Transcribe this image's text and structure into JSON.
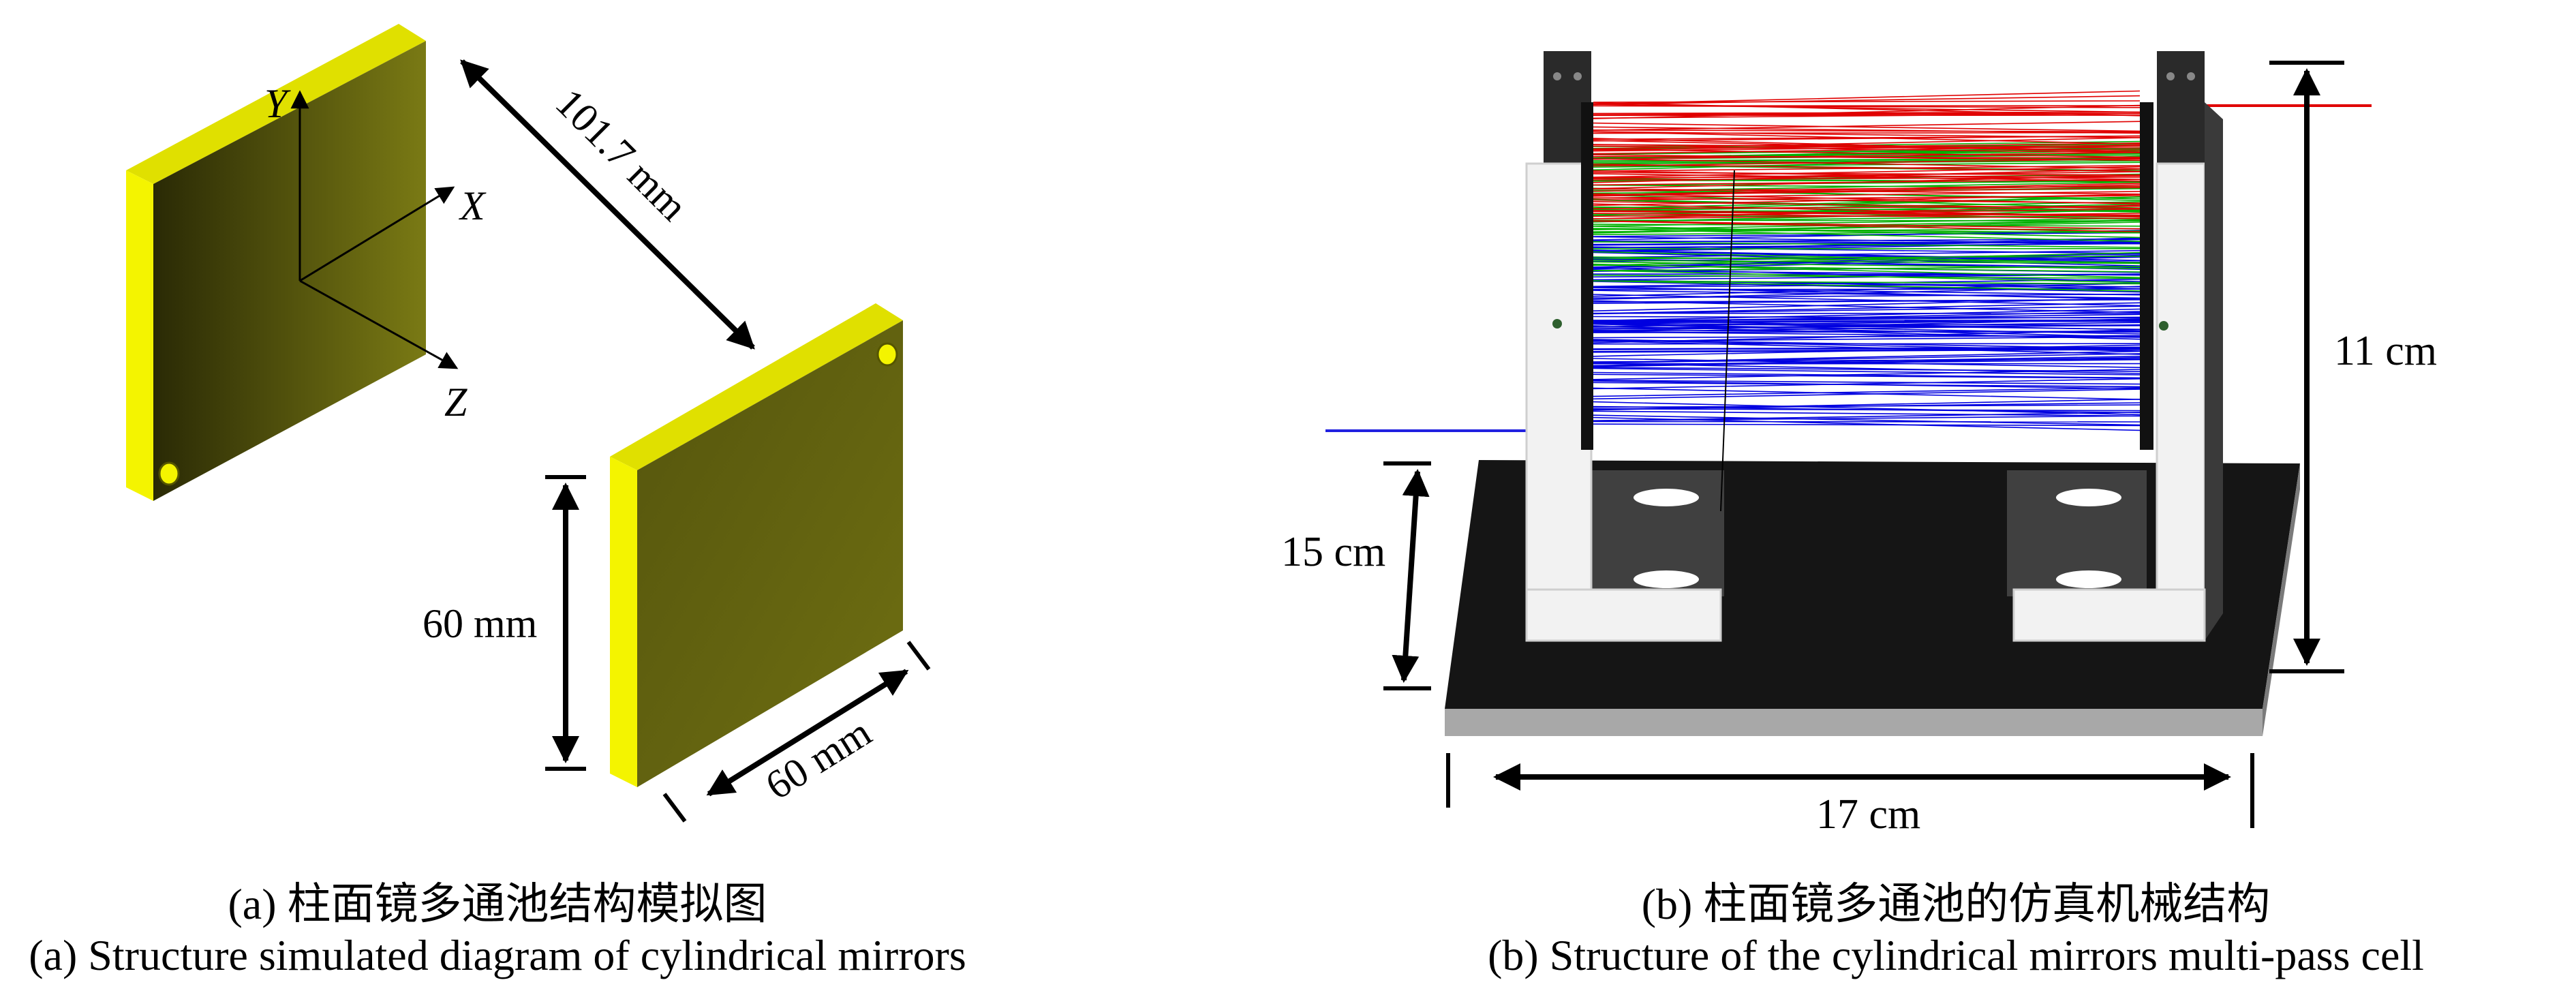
{
  "panel_a": {
    "dimensions": {
      "separation": "101.7 mm",
      "height": "60 mm",
      "width": "60 mm"
    },
    "axes": {
      "x": "X",
      "y": "Y",
      "z": "Z"
    },
    "caption_cn": "(a) 柱面镜多通池结构模拟图",
    "caption_en": "(a) Structure simulated diagram of cylindrical mirrors"
  },
  "panel_b": {
    "dimensions": {
      "height": "11 cm",
      "depth": "15 cm",
      "width": "17 cm"
    },
    "caption_cn": "(b) 柱面镜多通池的仿真机械结构",
    "caption_en": "(b) Structure of the cylindrical mirrors multi-pass cell"
  },
  "colors": {
    "mirror_face": "#6b6b10",
    "mirror_edge": "#f4f400",
    "ray_red": "#e00000",
    "ray_green": "#00b000",
    "ray_blue": "#0000e0",
    "frame_dark": "#2a2a2a",
    "frame_white": "#f2f2f2",
    "base_side": "#a8a8a8"
  }
}
